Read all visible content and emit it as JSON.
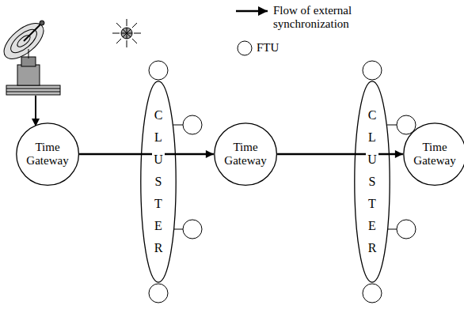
{
  "diagram": {
    "nodes": [
      {
        "text": [
          "Time Gateway"
        ]
      },
      {
        "text": [
          "CLUSTER"
        ]
      },
      {
        "text": [
          "Time Gateway"
        ]
      },
      {
        "text": [
          "CLUSTER"
        ]
      },
      {
        "text": [
          "Time Gateway"
        ]
      }
    ],
    "edges": [
      {
        "from": 0,
        "to": 2,
        "arrow": "to"
      },
      {
        "from": 2,
        "to": 4,
        "arrow": "to"
      }
    ],
    "legend": [
      {
        "text": "Flow of external synchronization"
      },
      {
        "text": "FTU"
      }
    ]
  }
}
